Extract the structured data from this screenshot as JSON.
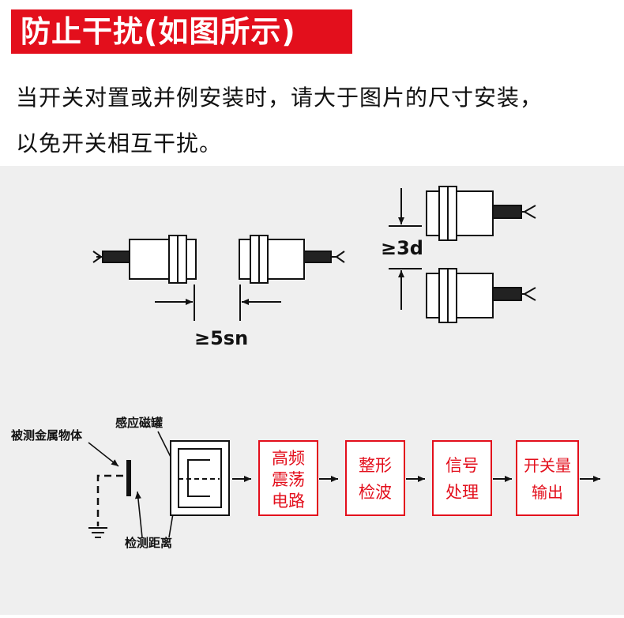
{
  "header": {
    "title": "防止干扰(如图所示)"
  },
  "description": {
    "line1": "当开关对置或并例安装时，请大于图片的尺寸安装，",
    "line2": "以免开关相互干扰。"
  },
  "install": {
    "opposed_label": "≥5sn",
    "parallel_label": "≥3d"
  },
  "block": {
    "target_label": "被测金属物体",
    "coil_label": "感应磁罐",
    "distance_label": "检测距离",
    "stages": [
      {
        "line1": "高频",
        "line2": "震荡",
        "line3": "电路"
      },
      {
        "line1": "整形",
        "line2": "检波"
      },
      {
        "line1": "信号",
        "line2": "处理"
      },
      {
        "line1": "开关量",
        "line2": "输出"
      }
    ]
  },
  "colors": {
    "header_bg": "#e30f1c",
    "stage_border": "#e30f1c",
    "stage_text": "#e30f1c"
  }
}
